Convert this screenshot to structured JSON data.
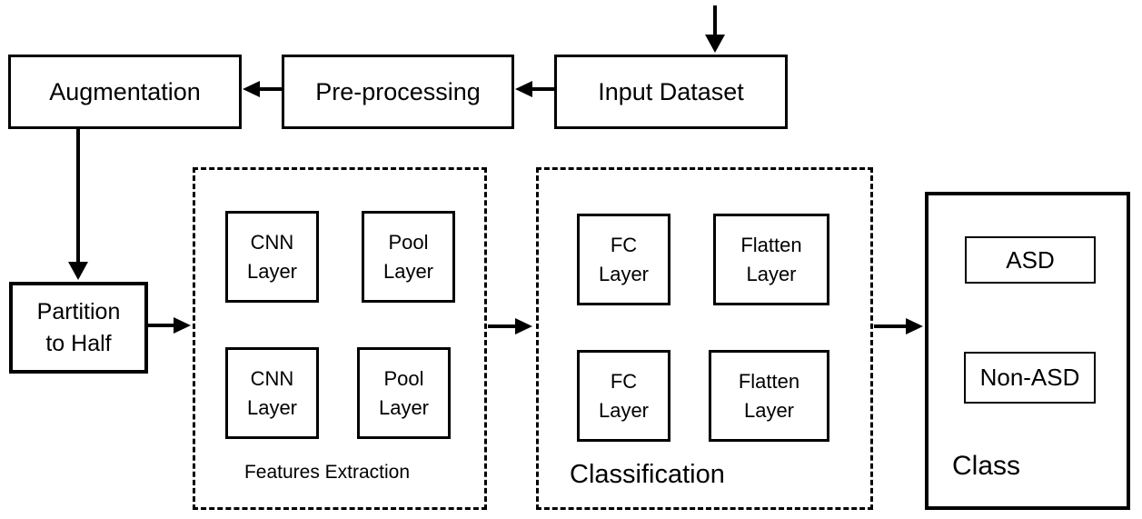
{
  "colors": {
    "line": "#000000",
    "background": "#ffffff",
    "text": "#000000"
  },
  "pipeline": {
    "input_dataset_label": "Input Dataset",
    "preprocessing_label": "Pre-processing",
    "augmentation_label": "Augmentation",
    "partition": {
      "line1": "Partition",
      "line2": "to Half"
    }
  },
  "features_extraction": {
    "label": "Features Extraction",
    "boxes": [
      {
        "line1": "CNN",
        "line2": "Layer"
      },
      {
        "line1": "Pool",
        "line2": "Layer"
      },
      {
        "line1": "CNN",
        "line2": "Layer"
      },
      {
        "line1": "Pool",
        "line2": "Layer"
      }
    ]
  },
  "classification": {
    "label": "Classification",
    "boxes": [
      {
        "line1": "FC",
        "line2": "Layer"
      },
      {
        "line1": "Flatten",
        "line2": "Layer"
      },
      {
        "line1": "FC",
        "line2": "Layer"
      },
      {
        "line1": "Flatten",
        "line2": "Layer"
      }
    ]
  },
  "class_output": {
    "label": "Class",
    "classes": [
      "ASD",
      "Non-ASD"
    ]
  }
}
